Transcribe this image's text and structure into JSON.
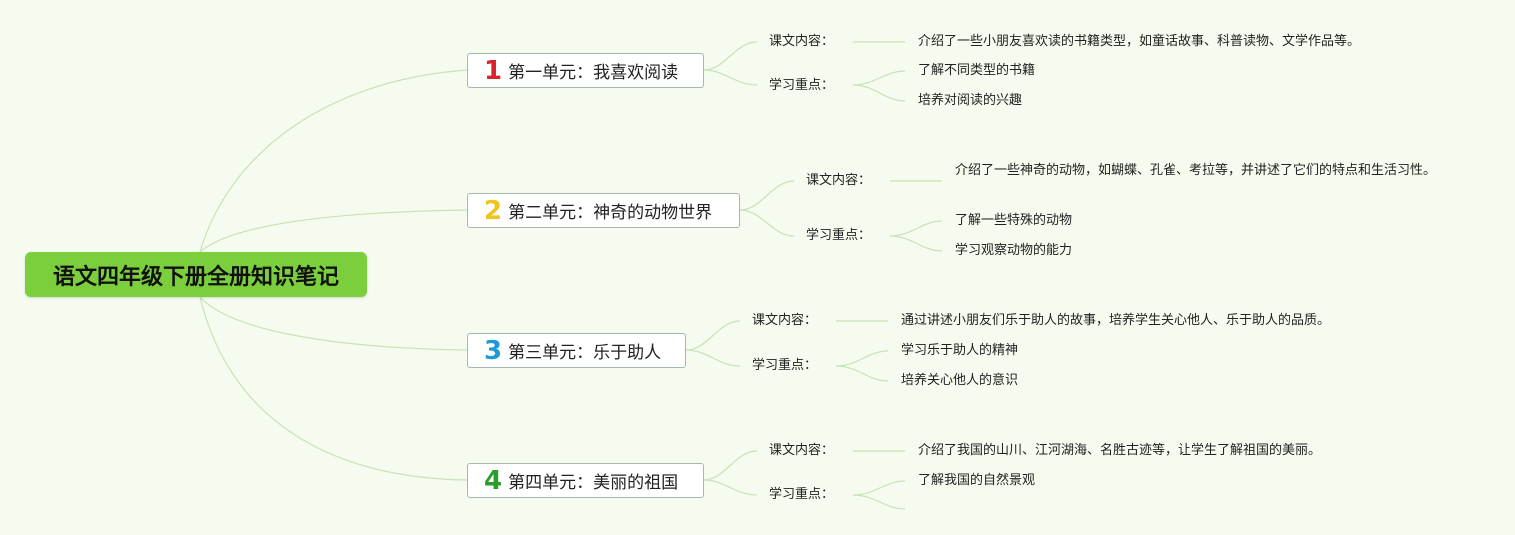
{
  "root": {
    "title": "语文四年级下册全册知识笔记"
  },
  "units": [
    {
      "num": "1",
      "num_color": "#d9232d",
      "title": "第一单元：我喜欢阅读",
      "content_label": "课文内容：",
      "content": "介绍了一些小朋友喜欢读的书籍类型，如童话故事、科普读物、文学作品等。",
      "focus_label": "学习重点：",
      "focus": [
        "了解不同类型的书籍",
        "培养对阅读的兴趣"
      ]
    },
    {
      "num": "2",
      "num_color": "#f2c319",
      "title": "第二单元：神奇的动物世界",
      "content_label": "课文内容：",
      "content": "介绍了一些神奇的动物，如蝴蝶、孔雀、考拉等，并讲述了它们的特点和生活习性。",
      "focus_label": "学习重点：",
      "focus": [
        "了解一些特殊的动物",
        "学习观察动物的能力"
      ]
    },
    {
      "num": "3",
      "num_color": "#1e9bd7",
      "title": "第三单元：乐于助人",
      "content_label": "课文内容：",
      "content": "通过讲述小朋友们乐于助人的故事，培养学生关心他人、乐于助人的品质。",
      "focus_label": "学习重点：",
      "focus": [
        "学习乐于助人的精神",
        "培养关心他人的意识"
      ]
    },
    {
      "num": "4",
      "num_color": "#2a9d2a",
      "title": "第四单元：美丽的祖国",
      "content_label": "课文内容：",
      "content": "介绍了我国的山川、江河湖海、名胜古迹等，让学生了解祖国的美丽。",
      "focus_label": "学习重点：",
      "focus": [
        "了解我国的自然景观",
        ""
      ]
    }
  ]
}
